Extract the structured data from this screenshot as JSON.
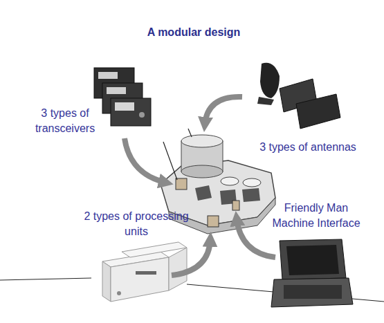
{
  "diagram": {
    "title": "A modular design",
    "labels": [
      "3 types of transceivers",
      "3 types of antennas",
      "2 types of processing units",
      "Friendly Man Machine Interface"
    ]
  }
}
